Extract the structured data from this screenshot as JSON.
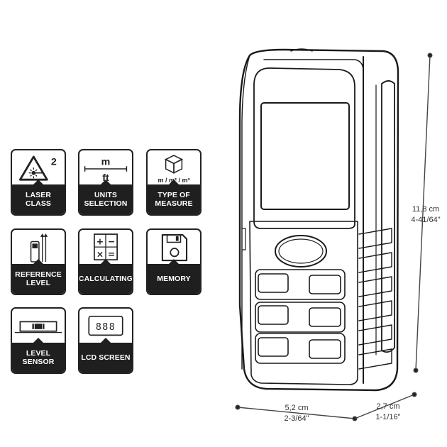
{
  "icons": [
    {
      "id": "laser-class",
      "label": "LASER CLASS",
      "class_number": "2"
    },
    {
      "id": "units-selection",
      "label": "UNITS SELECTION",
      "unit_top": "m",
      "unit_bottom": "ft"
    },
    {
      "id": "type-of-measure",
      "label": "TYPE OF MEASURE",
      "units": "m / m² / m³"
    },
    {
      "id": "reference-level",
      "label": "REFERENCE LEVEL"
    },
    {
      "id": "calculating",
      "label": "CALCULATING",
      "symbols": [
        "+",
        "−",
        "×",
        "="
      ]
    },
    {
      "id": "memory",
      "label": "MEMORY"
    },
    {
      "id": "level-sensor",
      "label": "LEVEL SENSOR"
    },
    {
      "id": "lcd-screen",
      "label": "LCD SCREEN",
      "digits": "888"
    }
  ],
  "dimensions": {
    "height_cm": "11,8 cm",
    "height_in": "4-41/64\"",
    "width_cm": "5,2 cm",
    "width_in": "2-3/64\"",
    "depth_cm": "2,7 cm",
    "depth_in": "1-1/16\""
  }
}
